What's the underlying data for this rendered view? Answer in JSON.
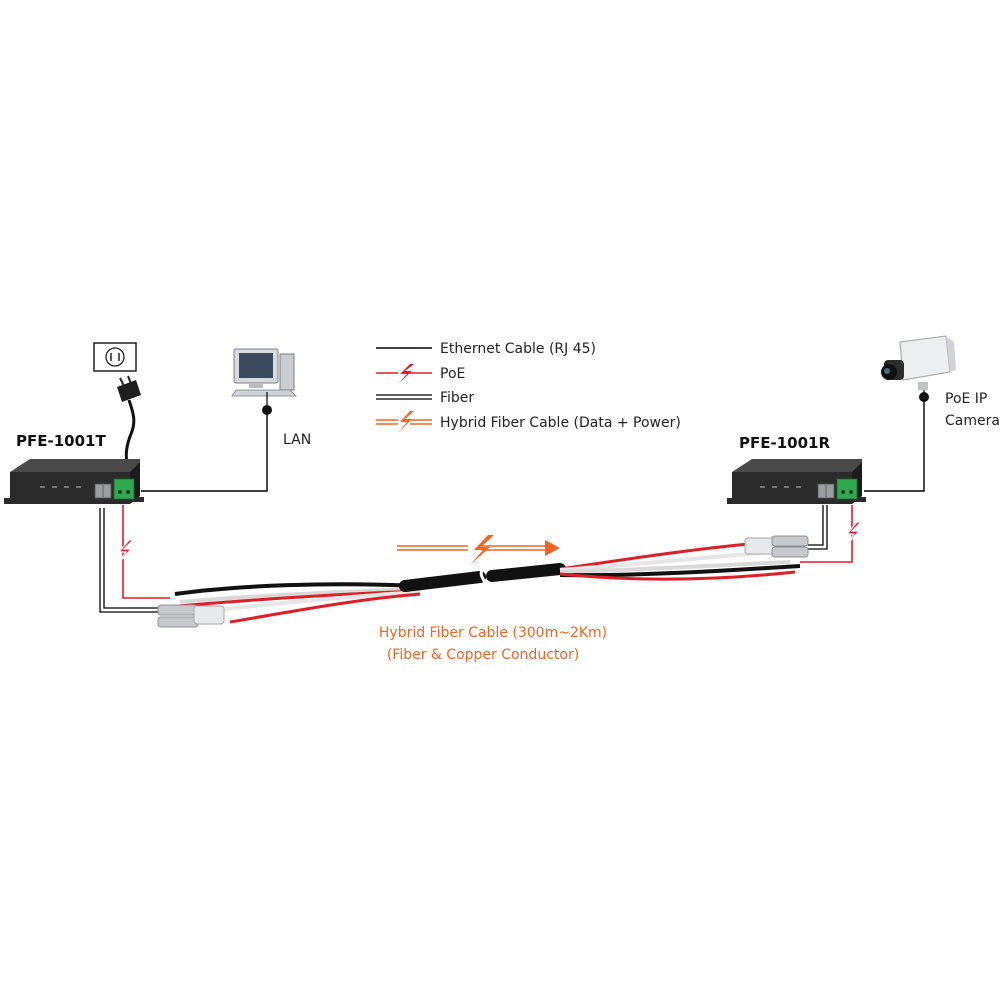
{
  "devices": {
    "transmitter_label": "PFE-1001T",
    "receiver_label": "PFE-1001R"
  },
  "endpoints": {
    "lan_label": "LAN",
    "camera_label_line1": "PoE IP",
    "camera_label_line2": "Camera"
  },
  "legend": {
    "items": [
      {
        "label": "Ethernet Cable (RJ 45)",
        "color": "#000000",
        "icon": "ethernet-line"
      },
      {
        "label": "PoE",
        "color": "#e11e26",
        "icon": "poe-bolt-line"
      },
      {
        "label": "Fiber",
        "color": "#000000",
        "icon": "fiber-double-line"
      },
      {
        "label": "Hybrid Fiber Cable (Data + Power)",
        "color": "#f26522",
        "icon": "hybrid-bolt-line"
      }
    ]
  },
  "cable": {
    "caption_line1": "Hybrid Fiber Cable (300m~2Km)",
    "caption_line2": "(Fiber & Copper Conductor)",
    "caption_color": "#f26522"
  },
  "colors": {
    "ethernet": "#000000",
    "poe": "#e11e26",
    "hybrid": "#f26522",
    "device_body": "#2b2b2b",
    "terminal": "#2fa84f"
  }
}
